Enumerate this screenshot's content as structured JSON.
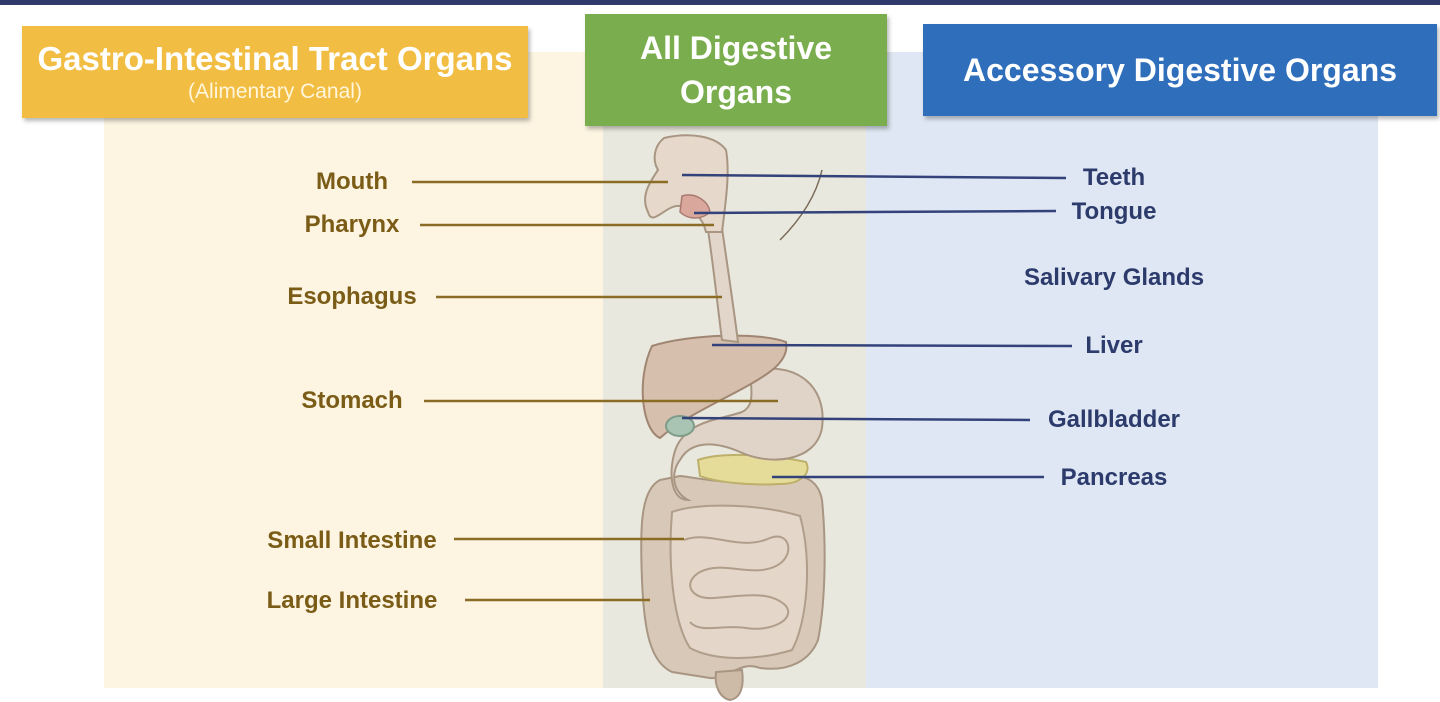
{
  "headers": {
    "gi_title": "Gastro-Intestinal Tract Organs",
    "gi_subtitle": "(Alimentary Canal)",
    "all_line1": "All Digestive",
    "all_line2": "Organs",
    "accessory_title": "Accessory Digestive Organs"
  },
  "gi_labels": {
    "mouth": "Mouth",
    "pharynx": "Pharynx",
    "esophagus": "Esophagus",
    "stomach": "Stomach",
    "small_intestine": "Small Intestine",
    "large_intestine": "Large Intestine"
  },
  "accessory_labels": {
    "teeth": "Teeth",
    "tongue": "Tongue",
    "salivary_glands": "Salivary Glands",
    "liver": "Liver",
    "gallbladder": "Gallbladder",
    "pancreas": "Pancreas"
  },
  "colors": {
    "gi_header": "#f2bd43",
    "all_header": "#79ad4d",
    "accessory_header": "#2e6ebb",
    "gi_panel": "#fdf5e2",
    "all_panel": "#e9e8de",
    "accessory_panel": "#dee7f3",
    "gi_text": "#7a5c17",
    "accessory_text": "#2c3b6b"
  }
}
